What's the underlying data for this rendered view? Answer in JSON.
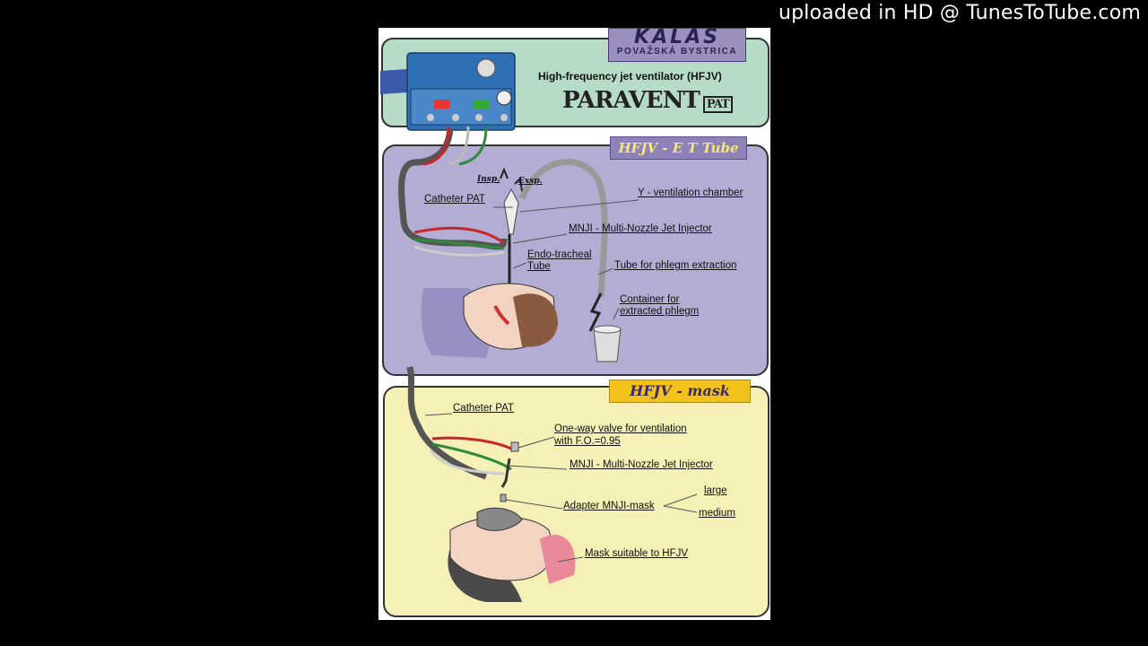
{
  "watermark": "uploaded in HD @ TunesToTube.com",
  "header": {
    "brand_line1": "KALAS",
    "brand_line2": "POVAŽSKÁ BYSTRICA",
    "title": "High-frequency jet ventilator  (HFJV)",
    "product": "PARAVENT",
    "product_suffix": "PAT"
  },
  "et_panel": {
    "badge": "HFJV - E T Tube",
    "insp": "Insp.",
    "exsp": "Exsp.",
    "labels": {
      "catheter": "Catheter PAT",
      "y_chamber": "Y - ventilation chamber",
      "mnji": "MNJI - Multi-Nozzle Jet Injector",
      "endo": "Endo-tracheal Tube",
      "phlegm_tube": "Tube for phlegm extraction",
      "container": "Container for extracted phlegm"
    }
  },
  "mask_panel": {
    "badge": "HFJV - mask",
    "labels": {
      "catheter": "Catheter PAT",
      "valve_line1": "One-way valve for ventilation",
      "valve_line2": "with F.O.=0.95",
      "mnji": "MNJI - Multi-Nozzle Jet Injector",
      "large": "large",
      "adapter": "Adapter MNJI-mask",
      "medium": "medium",
      "mask": "Mask suitable to HFJV"
    }
  },
  "colors": {
    "header_panel": "#b6dcc8",
    "et_panel": "#b3acd3",
    "mask_panel": "#f5f0b6",
    "device": "#2f6fb3",
    "red_tube": "#c8262b",
    "green_tube": "#2e8b3e"
  }
}
